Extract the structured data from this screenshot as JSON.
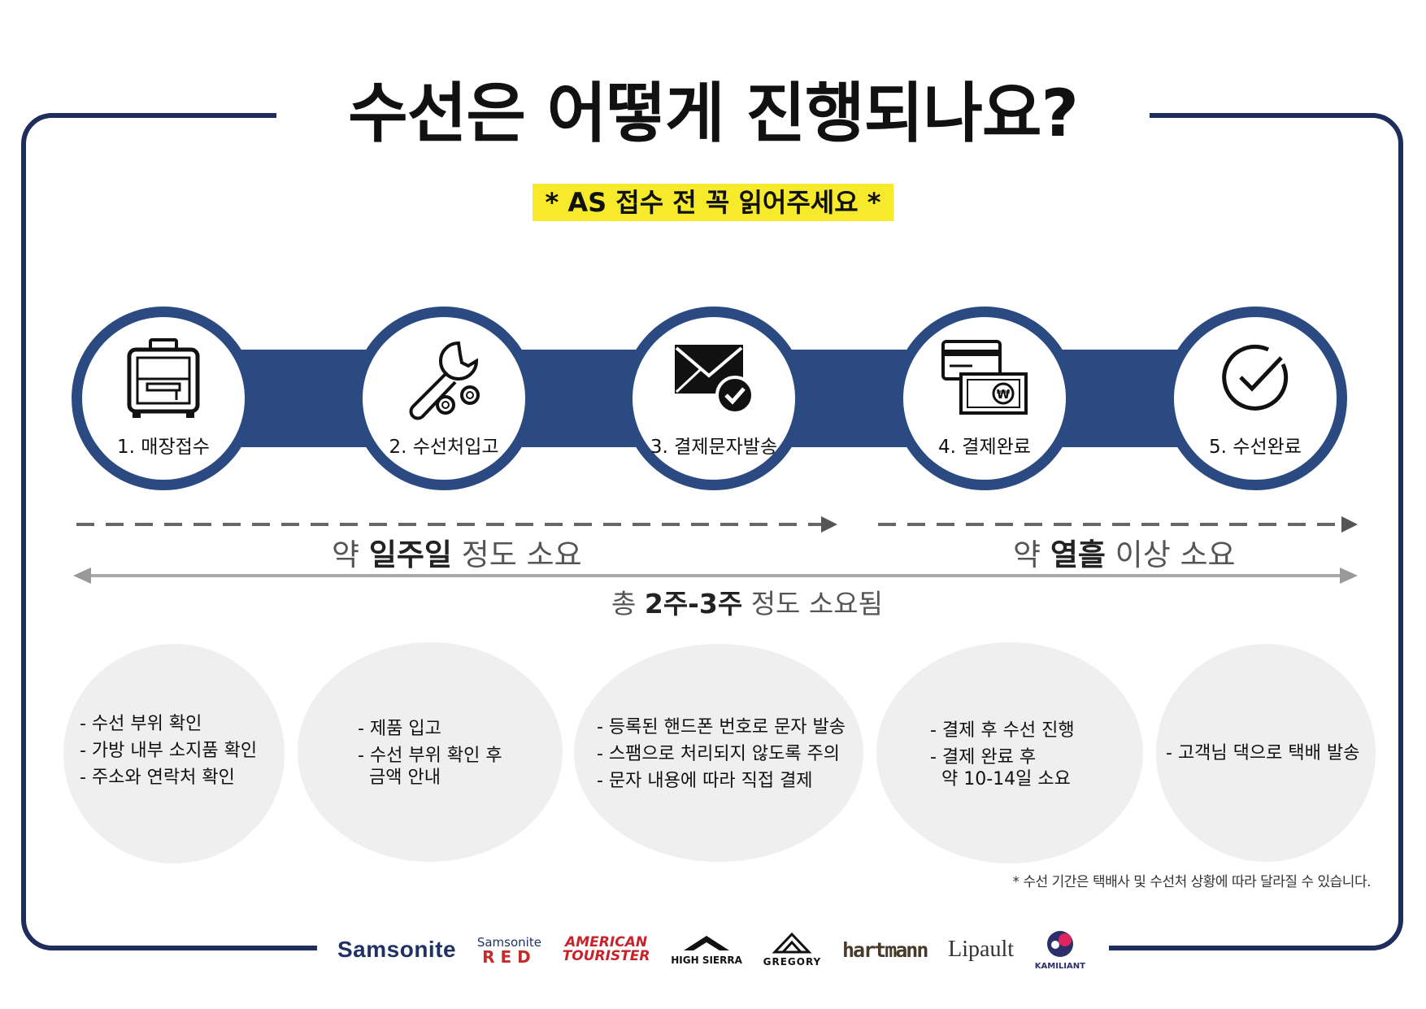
{
  "title": "수선은 어떻게 진행되나요?",
  "notice": "* AS 접수 전 꼭 읽어주세요 *",
  "colors": {
    "navy": "#2c4a82",
    "frame": "#1f2d5c",
    "highlight": "#f6ea2a",
    "bubble": "#efefef"
  },
  "steps": [
    {
      "label": "1. 매장접수",
      "icon": "luggage-icon"
    },
    {
      "label": "2. 수선처입고",
      "icon": "wrench-gear-icon"
    },
    {
      "label": "3. 결제문자발송",
      "icon": "mail-check-icon"
    },
    {
      "label": "4. 결제완료",
      "icon": "card-payment-icon"
    },
    {
      "label": "5. 수선완료",
      "icon": "check-circle-icon"
    }
  ],
  "durations": {
    "first": {
      "pre": "약 ",
      "bold": "일주일",
      "post": " 정도 소요"
    },
    "second": {
      "pre": "약 ",
      "bold": "열흘",
      "post": " 이상 소요"
    },
    "total": {
      "pre": "총 ",
      "bold": "2주-3주",
      "post": " 정도 소요됨"
    }
  },
  "details": [
    [
      "- 수선 부위 확인",
      "- 가방 내부 소지품 확인",
      "- 주소와 연락처 확인"
    ],
    [
      "- 제품 입고",
      "- 수선 부위 확인 후",
      "금액 안내"
    ],
    [
      "- 등록된 핸드폰 번호로 문자 발송",
      "- 스팸으로 처리되지 않도록 주의",
      "- 문자 내용에 따라 직접 결제"
    ],
    [
      "- 결제 후 수선 진행",
      "- 결제 완료 후",
      "약 10-14일 소요"
    ],
    [
      "- 고객님 댁으로 택배 발송"
    ]
  ],
  "footnote": "* 수선 기간은 택배사 및 수선처 상황에 따라 달라질 수 있습니다.",
  "brands": {
    "samsonite": "Samsonite",
    "samsonite_red_top": "Samsonite",
    "samsonite_red_bottom": "RED",
    "american_tourister_1": "AMERICAN",
    "american_tourister_2": "TOURISTER",
    "high_sierra": "HIGH SIERRA",
    "gregory": "GREGORY",
    "hartmann": "hartmann",
    "lipault": "Lipault",
    "kamiliant": "KAMILIANT"
  }
}
